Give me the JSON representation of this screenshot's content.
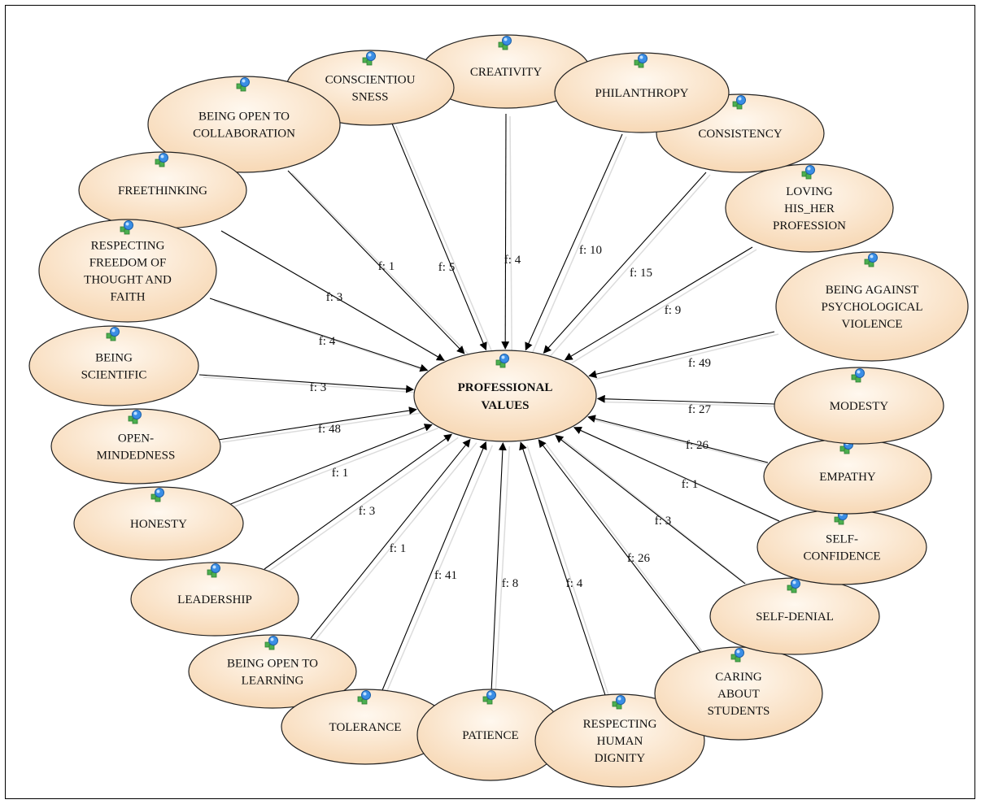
{
  "diagram": {
    "center": {
      "id": "professional-values",
      "label_lines": [
        "PROFESSIONAL",
        "VALUES"
      ]
    },
    "nodes": [
      {
        "id": "creativity",
        "label_lines": [
          "CREATIVITY"
        ],
        "freq": "f: 4"
      },
      {
        "id": "conscientiousness",
        "label_lines": [
          "CONSCIENTIOU",
          "SNESS"
        ],
        "freq": "f: 5"
      },
      {
        "id": "being-open-to-collaboration",
        "label_lines": [
          "BEING OPEN TO",
          "COLLABORATION"
        ],
        "freq": "f: 1"
      },
      {
        "id": "freethinking",
        "label_lines": [
          "FREETHINKING"
        ],
        "freq": "f: 3"
      },
      {
        "id": "respecting-freedom",
        "label_lines": [
          "RESPECTING",
          "FREEDOM OF",
          "THOUGHT AND",
          "FAITH"
        ],
        "freq": "f: 4"
      },
      {
        "id": "being-scientific",
        "label_lines": [
          "BEING",
          "SCIENTIFIC"
        ],
        "freq": "f: 3"
      },
      {
        "id": "open-mindedness",
        "label_lines": [
          "OPEN-",
          "MINDEDNESS"
        ],
        "freq": "f: 48"
      },
      {
        "id": "honesty",
        "label_lines": [
          "HONESTY"
        ],
        "freq": "f: 1"
      },
      {
        "id": "leadership",
        "label_lines": [
          "LEADERSHIP"
        ],
        "freq": "f: 3"
      },
      {
        "id": "being-open-to-learning",
        "label_lines": [
          "BEING OPEN TO",
          "LEARNİNG"
        ],
        "freq": "f: 1"
      },
      {
        "id": "tolerance",
        "label_lines": [
          "TOLERANCE"
        ],
        "freq": "f: 41"
      },
      {
        "id": "patience",
        "label_lines": [
          "PATIENCE"
        ],
        "freq": "f: 8"
      },
      {
        "id": "respecting-human-dignity",
        "label_lines": [
          "RESPECTING",
          "HUMAN",
          "DIGNITY"
        ],
        "freq": "f: 4"
      },
      {
        "id": "caring-about-students",
        "label_lines": [
          "CARING",
          "ABOUT",
          "STUDENTS"
        ],
        "freq": "f: 26"
      },
      {
        "id": "self-denial",
        "label_lines": [
          "SELF-DENIAL"
        ],
        "freq": "f: 3"
      },
      {
        "id": "self-confidence",
        "label_lines": [
          "SELF-",
          "CONFIDENCE"
        ],
        "freq": "f: 1"
      },
      {
        "id": "empathy",
        "label_lines": [
          "EMPATHY"
        ],
        "freq": "f: 26"
      },
      {
        "id": "modesty",
        "label_lines": [
          "MODESTY"
        ],
        "freq": "f: 27"
      },
      {
        "id": "being-against-psychological-violence",
        "label_lines": [
          "BEING AGAINST",
          "PSYCHOLOGICAL",
          "VIOLENCE"
        ],
        "freq": "f: 49"
      },
      {
        "id": "loving-profession",
        "label_lines": [
          "LOVING",
          "HIS_HER",
          "PROFESSION"
        ],
        "freq": "f: 9"
      },
      {
        "id": "consistency",
        "label_lines": [
          "CONSISTENCY"
        ],
        "freq": "f: 15"
      },
      {
        "id": "philanthropy",
        "label_lines": [
          "PHILANTHROPY"
        ],
        "freq": "f: 10"
      }
    ],
    "colors": {
      "node_fill_light": "#fff6ec",
      "node_fill_dark": "#f8d9b7",
      "node_stroke": "#222222",
      "edge": "#000000",
      "edge_shadow": "#dcdcdc",
      "icon_blue": "#3a8ee6",
      "icon_green": "#4caf50"
    }
  }
}
